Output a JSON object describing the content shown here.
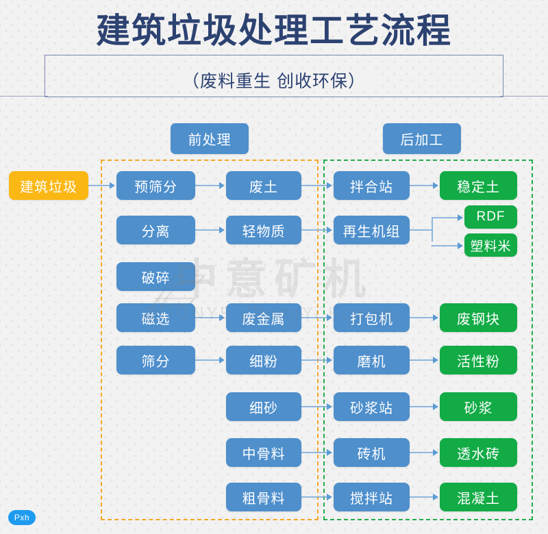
{
  "header": {
    "title": "建筑垃圾处理工艺流程",
    "subtitle": "（废料重生 创收环保）"
  },
  "groups": {
    "pre": {
      "label": "前处理",
      "border_color": "#f5a623"
    },
    "post": {
      "label": "后加工",
      "border_color": "#22ab4b"
    }
  },
  "colors": {
    "blue": "#4e8fcc",
    "orange": "#fbb713",
    "green": "#12ab46",
    "title": "#2c4271",
    "connector": "#8fb6dd"
  },
  "nodes": {
    "source": {
      "label": "建筑垃圾",
      "color": "orange"
    },
    "col1": [
      {
        "label": "预筛分",
        "color": "blue"
      },
      {
        "label": "分离",
        "color": "blue"
      },
      {
        "label": "破碎",
        "color": "blue"
      },
      {
        "label": "磁选",
        "color": "blue"
      },
      {
        "label": "筛分",
        "color": "blue"
      }
    ],
    "col2": [
      {
        "label": "废土",
        "color": "blue"
      },
      {
        "label": "轻物质",
        "color": "blue"
      },
      {
        "label": "废金属",
        "color": "blue"
      },
      {
        "label": "细粉",
        "color": "blue"
      },
      {
        "label": "细砂",
        "color": "blue"
      },
      {
        "label": "中骨料",
        "color": "blue"
      },
      {
        "label": "粗骨料",
        "color": "blue"
      }
    ],
    "col3": [
      {
        "label": "拌合站",
        "color": "blue"
      },
      {
        "label": "再生机组",
        "color": "blue"
      },
      {
        "label": "打包机",
        "color": "blue"
      },
      {
        "label": "磨机",
        "color": "blue"
      },
      {
        "label": "砂浆站",
        "color": "blue"
      },
      {
        "label": "砖机",
        "color": "blue"
      },
      {
        "label": "搅拌站",
        "color": "blue"
      }
    ],
    "col4": [
      {
        "label": "稳定土",
        "color": "green"
      },
      {
        "label": "RDF",
        "color": "green"
      },
      {
        "label": "塑料米",
        "color": "green"
      },
      {
        "label": "废钢块",
        "color": "green"
      },
      {
        "label": "活性粉",
        "color": "green"
      },
      {
        "label": "砂浆",
        "color": "green"
      },
      {
        "label": "透水砖",
        "color": "green"
      },
      {
        "label": "混凝土",
        "color": "green"
      }
    ]
  },
  "watermark": {
    "main": "中意矿机",
    "sub": "ZOONYE ZhongYi Kuangji"
  },
  "badge": {
    "label": "Pxh"
  }
}
